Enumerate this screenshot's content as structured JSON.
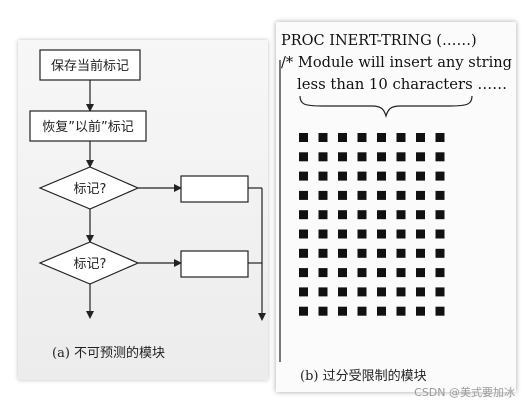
{
  "panel_a": {
    "box_save": "保存当前标记",
    "box_restore": "恢复”以前”标记",
    "decision_1": "标记?",
    "decision_2": "标记?",
    "caption": "(a)  不可预测的模块"
  },
  "panel_b": {
    "code_line_1": "PROC INERT-TRING (……)",
    "code_line_2": "/* Module will insert any string",
    "code_line_3": "less than 10 characters ……",
    "grid": {
      "rows": 10,
      "cols": 8,
      "color": "#111111"
    },
    "caption": "(b)  过分受限制的模块"
  },
  "watermark": "CSDN @美式要加冰"
}
